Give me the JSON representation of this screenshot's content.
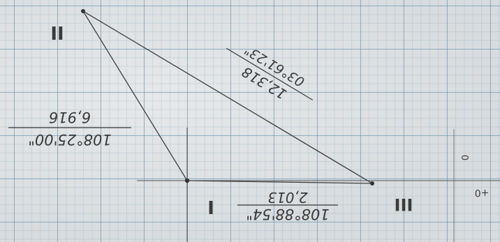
{
  "traverse": {
    "stations": [
      {
        "id": "I",
        "label": "I"
      },
      {
        "id": "II",
        "label": "II"
      },
      {
        "id": "III",
        "label": "III"
      }
    ],
    "legs": [
      {
        "from": "II",
        "to": "III",
        "bearing": "03°61'23\"",
        "distance": "12,318"
      },
      {
        "from": "II",
        "to": "I",
        "bearing": "108°25'00\"",
        "distance": "6,916"
      },
      {
        "from": "I",
        "to": "III",
        "bearing": "108°88'54\"",
        "distance": "2,013"
      }
    ],
    "axis_marks": [
      "0",
      "+0"
    ]
  },
  "colors": {
    "ink": "#3a3a3a",
    "pencil": "#4a4a4a",
    "grid": "#5f8caa",
    "paper": "#d9dcde"
  }
}
